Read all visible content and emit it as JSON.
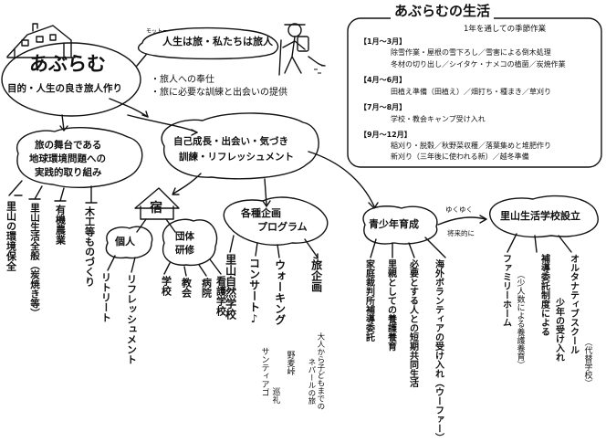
{
  "brand": {
    "name": "あぶらむ",
    "purpose": "目的・人生の良き旅人作り",
    "motto_ruby": "モットー",
    "motto": "人生は旅・私たちは旅人"
  },
  "service": {
    "line1": "・旅人への奉仕",
    "line2": "・旅に必要な訓練と出会いの提供"
  },
  "stage": {
    "line1": "旅の舞台である",
    "line2": "地球環境問題への",
    "line3": "実践的取り組み",
    "items": [
      "里山の環境保全",
      "里山生活全般（炭焼き等）",
      "有機農業",
      "木工等ものづくり"
    ]
  },
  "growth": {
    "line1": "自己成長・出会い・気づき",
    "line2": "訓練・リフレッシュメント"
  },
  "lodging": {
    "title": "宿",
    "personal": {
      "label": "個人",
      "items": [
        "リトリート",
        "リフレッシュメント"
      ]
    },
    "group": {
      "label1": "団体",
      "label2": "研修",
      "items": [
        "学校",
        "教会",
        "病院",
        "看護学校"
      ]
    }
  },
  "programs": {
    "title1": "各種企画",
    "title2": "プログラム",
    "items": {
      "satoyama": "里山自然学校",
      "concert": "コンサート♪",
      "walking": "ウォーキング",
      "walking_sub1": "サンティアゴ",
      "walking_sub2": "巡礼",
      "walking_sub3": "野麦峠",
      "travel": "旅企画",
      "travel_sub1": "大人から子どもまでの",
      "travel_sub2": "ネパールの旅"
    }
  },
  "youth": {
    "title": "青少年育成",
    "arrow_upper": "ゆくゆく",
    "arrow_lower": "将来的に",
    "items": [
      "家庭裁判所補導委託",
      "里親としての養護養育",
      "必要とする人との短期共同生活",
      "海外ボランティアの受け入れ（ウーファー）"
    ]
  },
  "school": {
    "title": "里山生活学校設立",
    "items": {
      "family_home": "ファミリーホーム",
      "family_home_sub": "（少人数による養護養育）",
      "guidance1": "補導委託制度による",
      "guidance2": "少年の受け入れ",
      "alt1": "オルタナティブスクール",
      "alt2": "（代替学校）"
    }
  },
  "life": {
    "title": "あぶらむの生活",
    "subtitle": "1年を通しての季節作業",
    "seasons": [
      {
        "head": "【1月～3月】",
        "lines": [
          "除雪作業・屋根の雪下ろし／雪害による倒木処理",
          "冬材の切り出し／シイタケ・ナメコの植菌／炭焼作業"
        ]
      },
      {
        "head": "【4月～6月】",
        "lines": [
          "田植え準備（田植え）／畑打ち・種まき／草刈り"
        ]
      },
      {
        "head": "【7月～8月】",
        "lines": [
          "学校・教会キャンプ受け入れ"
        ]
      },
      {
        "head": "【9月～12月】",
        "lines": [
          "稲刈り・脱穀／秋野菜収穫／落葉集めと堆肥作り",
          "新刈り（三年後に使われる新）／越冬準備"
        ]
      }
    ]
  }
}
